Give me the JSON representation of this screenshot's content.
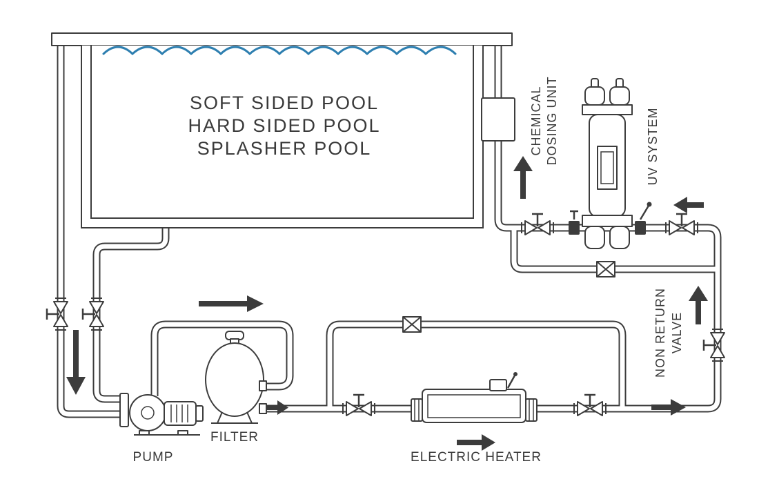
{
  "colors": {
    "line": "#3c3c3c",
    "water_line": "#2e7fb0",
    "background": "#ffffff"
  },
  "pool": {
    "line1": "SOFT SIDED POOL",
    "line2": "HARD SIDED POOL",
    "line3": "SPLASHER POOL"
  },
  "labels": {
    "pump": "PUMP",
    "filter": "FILTER",
    "electric_heater": "ELECTRIC HEATER",
    "chemical_dosing_line1": "CHEMICAL",
    "chemical_dosing_line2": "DOSING UNIT",
    "uv_system": "UV SYSTEM",
    "non_return_line1": "NON RETURN",
    "non_return_line2": "VALVE"
  }
}
